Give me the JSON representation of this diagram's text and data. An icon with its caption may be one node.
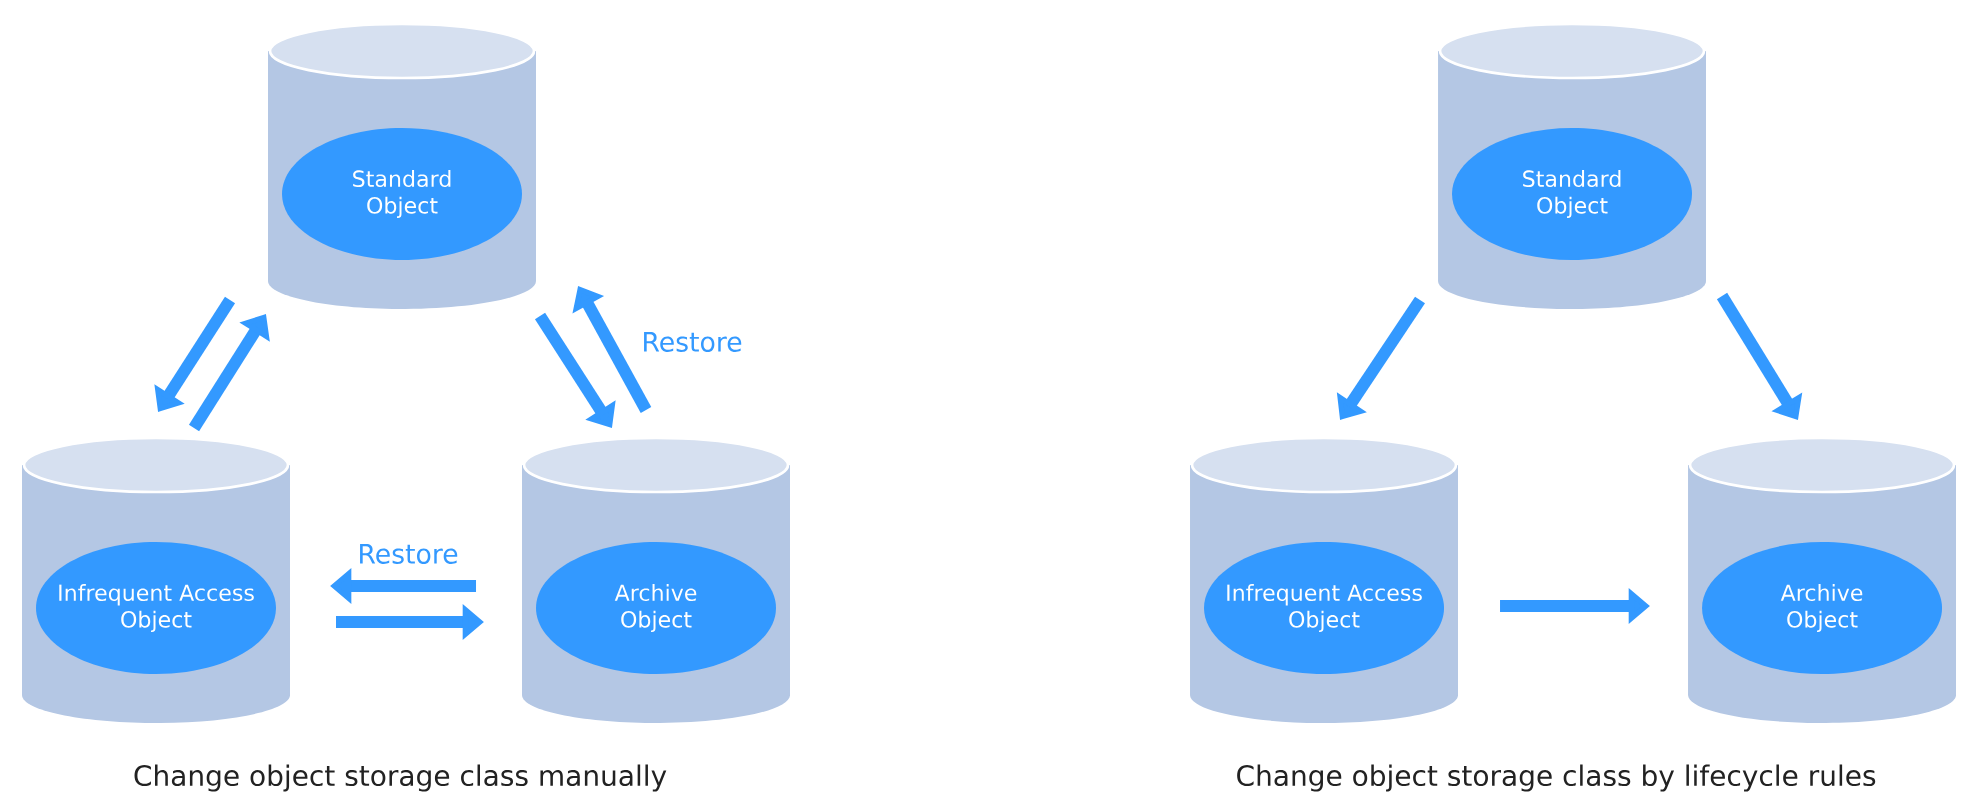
{
  "diagram": {
    "nodes": [
      {
        "text": [
          "Standard Object"
        ]
      },
      {
        "text": [
          "Infrequent Access Object"
        ]
      },
      {
        "text": [
          "Archive Object"
        ]
      },
      {
        "text": [
          "Standard Object"
        ]
      },
      {
        "text": [
          "Infrequent Access Object"
        ]
      },
      {
        "text": [
          "Archive Object"
        ]
      }
    ],
    "edges": [
      {
        "from": 0,
        "to": 1,
        "arrow": "to"
      },
      {
        "from": 1,
        "to": 0,
        "arrow": "to"
      },
      {
        "from": 0,
        "to": 2,
        "arrow": "to"
      },
      {
        "from": 2,
        "to": 0,
        "arrow": "to",
        "label": "Restore"
      },
      {
        "from": 2,
        "to": 1,
        "arrow": "to",
        "label": "Restore"
      },
      {
        "from": 1,
        "to": 2,
        "arrow": "to"
      },
      {
        "from": 3,
        "to": 4,
        "arrow": "to"
      },
      {
        "from": 3,
        "to": 5,
        "arrow": "to"
      },
      {
        "from": 4,
        "to": 5,
        "arrow": "to"
      }
    ],
    "labels": [
      "Change object storage class manually",
      "Change object storage class by lifecycle rules"
    ]
  }
}
